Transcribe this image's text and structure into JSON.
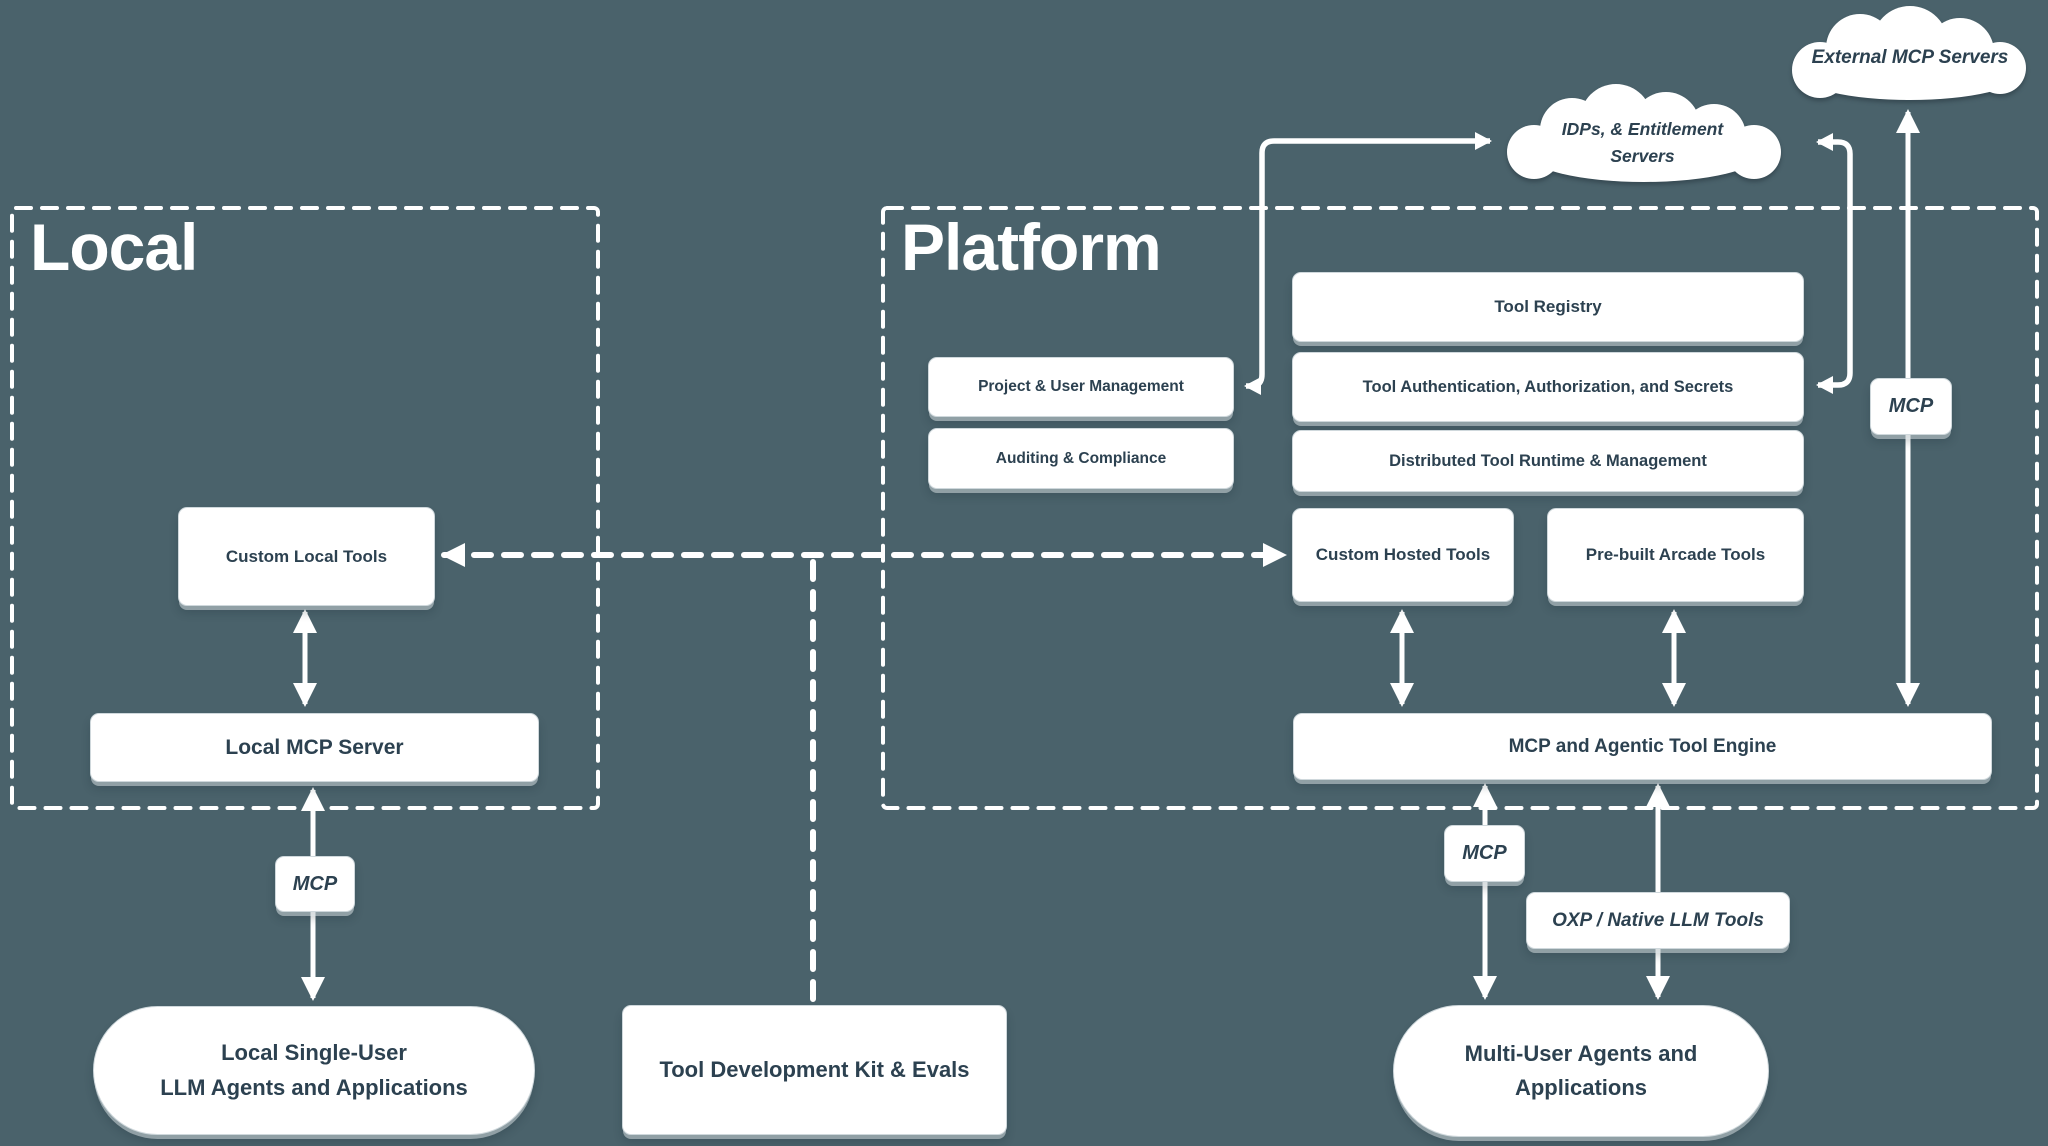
{
  "palette": {
    "background": "#4a626b",
    "box_fill": "#ffffff",
    "box_text": "#2c4150",
    "line_color": "#ffffff"
  },
  "regions": {
    "local": {
      "title": "Local"
    },
    "platform": {
      "title": "Platform"
    }
  },
  "clouds": {
    "external_mcp": {
      "label": "External MCP Servers"
    },
    "idps": {
      "label_line1": "IDPs, & Entitlement",
      "label_line2": "Servers"
    }
  },
  "boxes": {
    "custom_local_tools": "Custom Local Tools",
    "local_mcp_server": "Local MCP Server",
    "project_user_management": "Project & User Management",
    "auditing_compliance": "Auditing & Compliance",
    "tool_registry": "Tool Registry",
    "tool_auth": "Tool Authentication, Authorization, and Secrets",
    "distributed_runtime": "Distributed Tool Runtime & Management",
    "custom_hosted_tools": "Custom Hosted Tools",
    "prebuilt_arcade_tools": "Pre-built Arcade Tools",
    "mcp_engine": "MCP and Agentic Tool Engine",
    "tool_dev_kit": "Tool Development Kit & Evals"
  },
  "pills": {
    "local_agents": {
      "line1": "Local Single-User",
      "line2": "LLM Agents and Applications"
    },
    "multi_user_agents": {
      "line1": "Multi-User Agents and",
      "line2": "Applications"
    }
  },
  "edge_labels": {
    "mcp_local": "MCP",
    "mcp_platform": "MCP",
    "mcp_external": "MCP",
    "oxp": "OXP / Native LLM Tools"
  }
}
